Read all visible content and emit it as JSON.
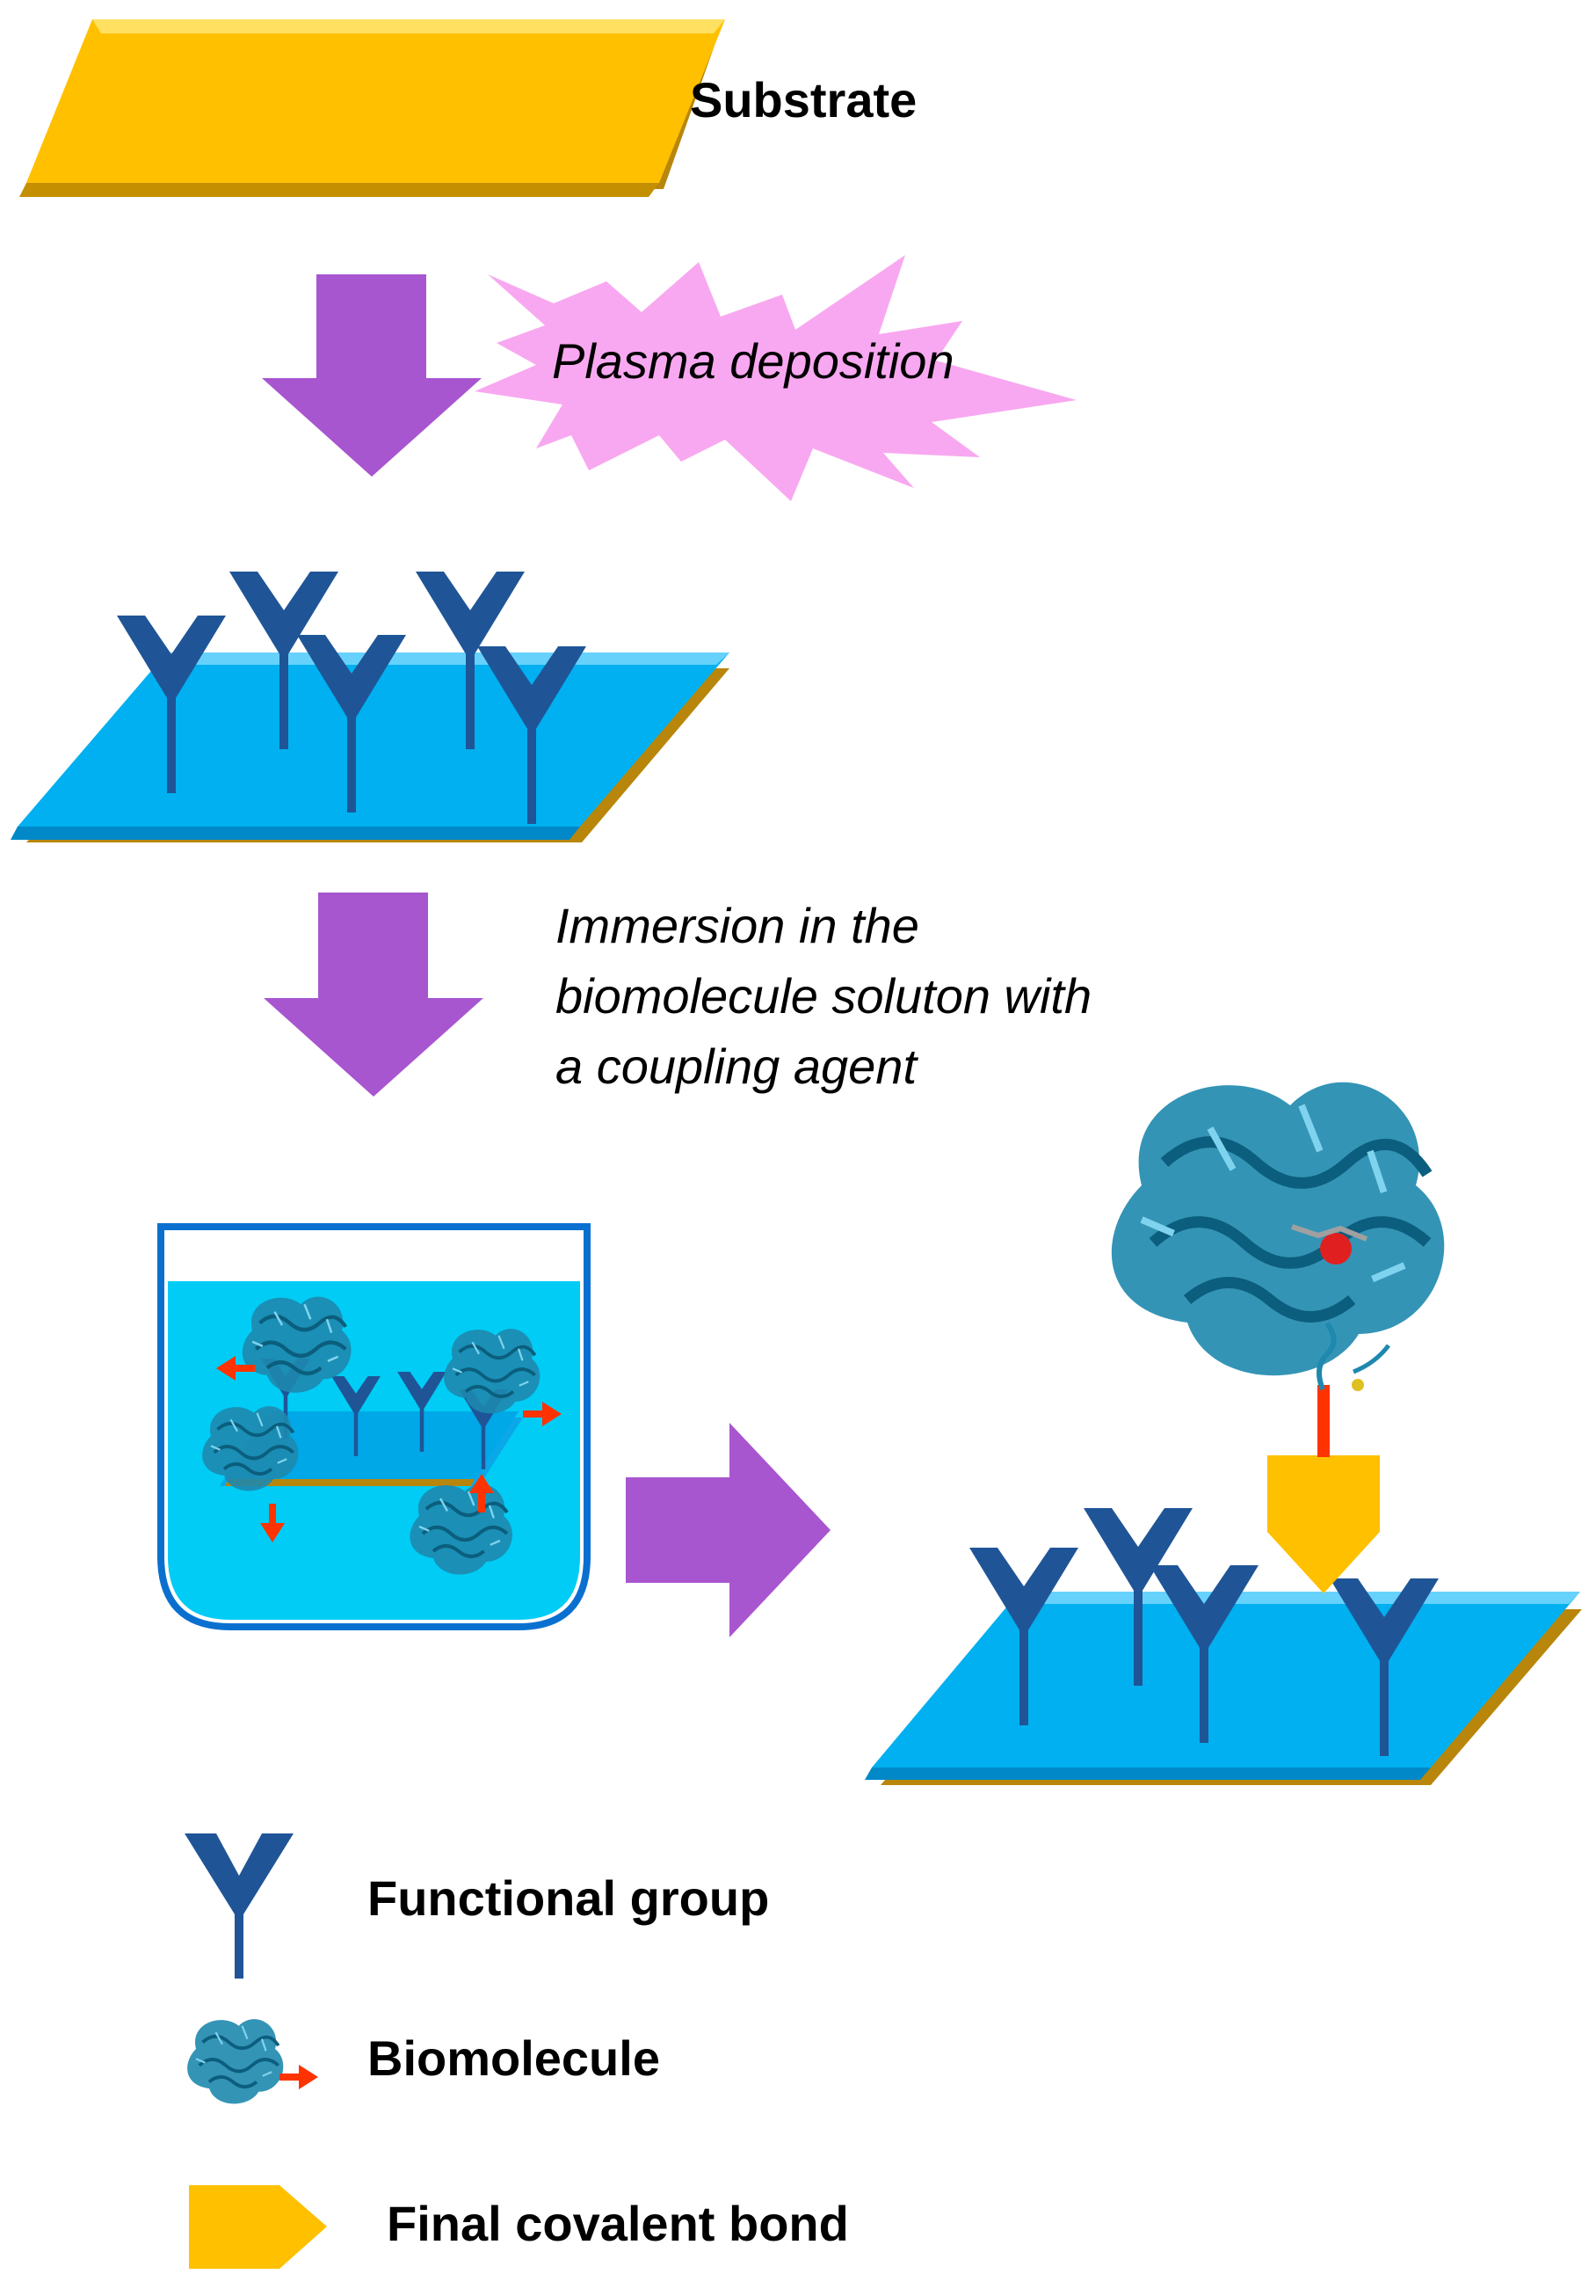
{
  "labels": {
    "substrate": "Substrate",
    "plasma": "Plasma deposition",
    "immersion_line1": "Immersion in the",
    "immersion_line2": "biomolecule soluton with",
    "immersion_line3": "a coupling agent"
  },
  "legend": {
    "functional_group": "Functional group",
    "biomolecule": "Biomolecule",
    "covalent_bond": "Final covalent bond"
  },
  "colors": {
    "substrate_gold": "#FFC000",
    "substrate_shadow": "#B8860B",
    "surface_blue": "#00B0F0",
    "functional_group_navy": "#1F5597",
    "process_arrow_purple": "#A855D0",
    "plasma_pink": "#F8A8F0",
    "protein_teal": "#1F8FB0",
    "linker_red": "#FF3300",
    "bond_gold": "#FFC000",
    "solution_cyan": "#00CCF5"
  }
}
